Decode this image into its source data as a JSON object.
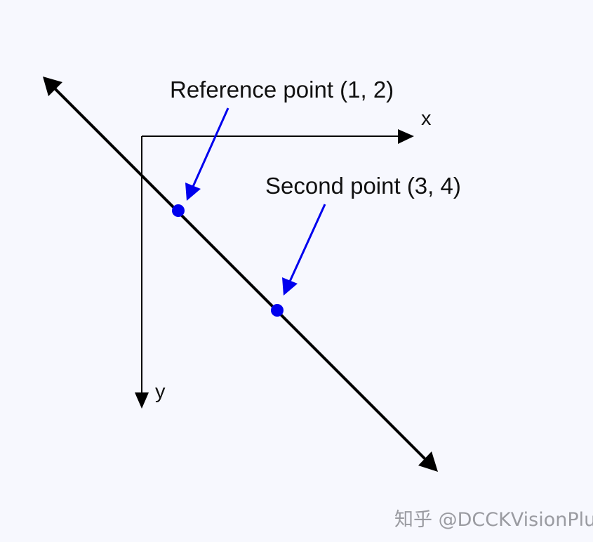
{
  "diagram": {
    "axes": {
      "x_label": "x",
      "y_label": "y"
    },
    "points": [
      {
        "label": "Reference point (1, 2)",
        "color": "#0000ee"
      },
      {
        "label": "Second point (3, 4)",
        "color": "#0000ee"
      }
    ],
    "line_color": "#000000",
    "background_color": "#f7f8fe"
  },
  "watermark": {
    "text": "知乎 @DCCKVisionPlus"
  }
}
